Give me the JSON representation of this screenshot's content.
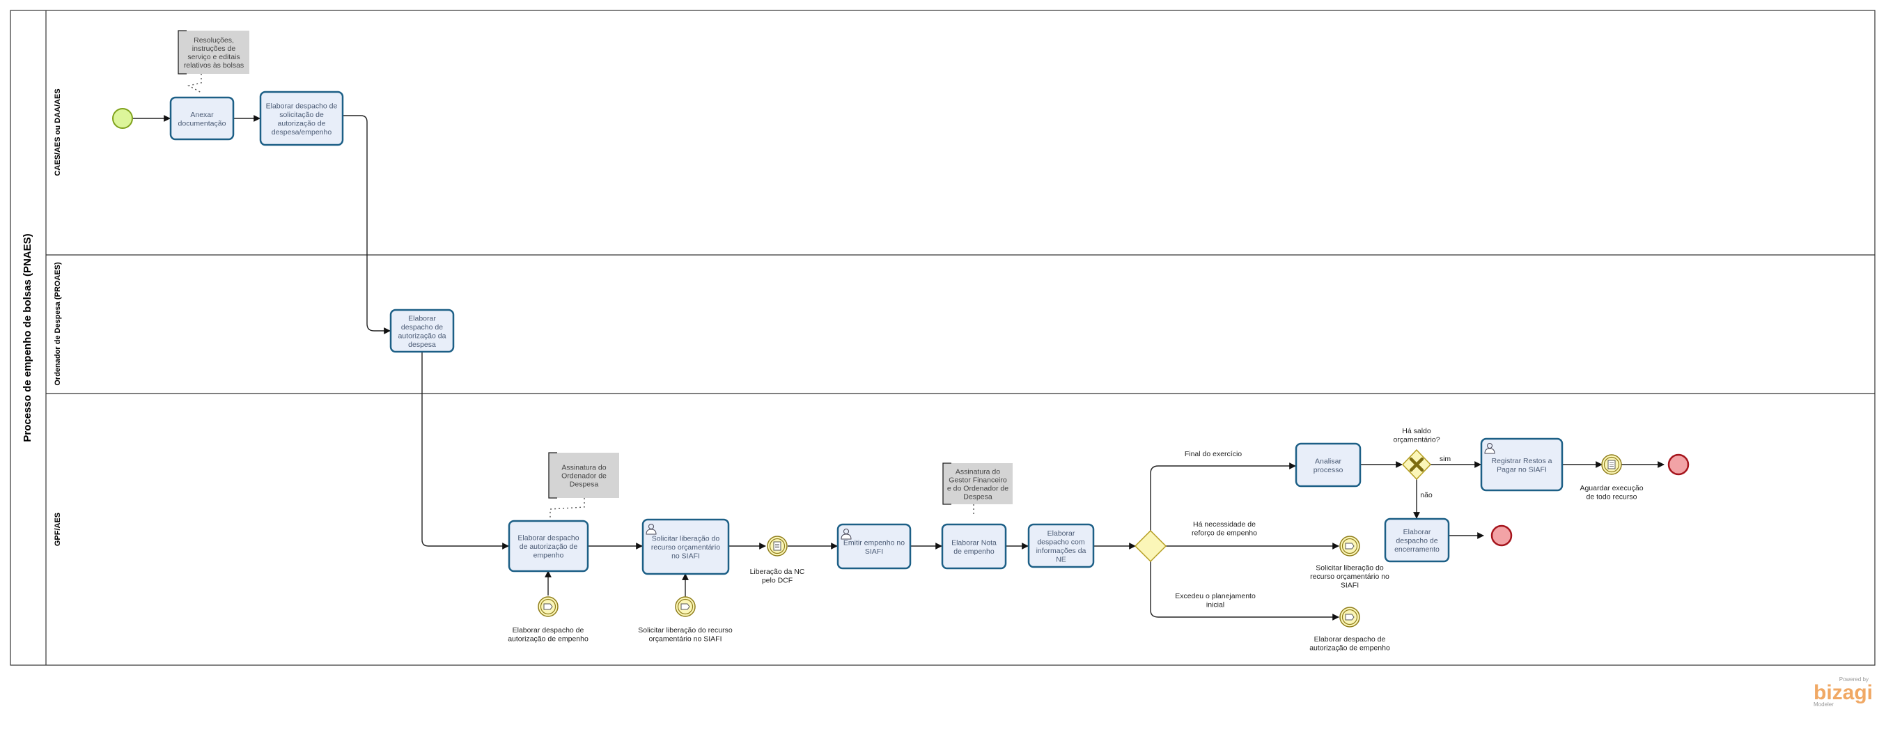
{
  "pool": {
    "title": "Processo de empenho de bolsas (PNAES)"
  },
  "lanes": [
    {
      "id": "lane1",
      "title": "CAES/AES ou DAA/AES"
    },
    {
      "id": "lane2",
      "title": "Ordenador de Despesa (PROAES)"
    },
    {
      "id": "lane3",
      "title": "GPF/AES"
    }
  ],
  "tasks": [
    {
      "id": "t_anexar",
      "lines": [
        "Anexar",
        "documentação"
      ]
    },
    {
      "id": "t_solic",
      "lines": [
        "Elaborar despacho de",
        "solicitação de",
        "autorização de",
        "despesa/empenho"
      ]
    },
    {
      "id": "t_autoriz",
      "lines": [
        "Elaborar",
        "despacho de",
        "autorização da",
        "despesa"
      ]
    },
    {
      "id": "t_desp_emp",
      "lines": [
        "Elaborar despacho",
        "de autorização de",
        "empenho"
      ]
    },
    {
      "id": "t_lib",
      "lines": [
        "Solicitar liberação do",
        "recurso orçamentário",
        "no SIAFI"
      ]
    },
    {
      "id": "t_emitir",
      "lines": [
        "Emitir empenho no",
        "SIAFI"
      ]
    },
    {
      "id": "t_nota",
      "lines": [
        "Elaborar Nota",
        "de empenho"
      ]
    },
    {
      "id": "t_ne",
      "lines": [
        "Elaborar",
        "despacho com",
        "informações da",
        "NE"
      ]
    },
    {
      "id": "t_analisar",
      "lines": [
        "Analisar",
        "processo"
      ]
    },
    {
      "id": "t_restos",
      "lines": [
        "Registrar Restos a",
        "Pagar no SIAFI"
      ]
    },
    {
      "id": "t_encerr",
      "lines": [
        "Elaborar",
        "despacho de",
        "encerramento"
      ]
    }
  ],
  "annotations": [
    {
      "id": "a1",
      "lines": [
        "Resoluções,",
        "instruções de",
        "serviço e editais",
        "relativos às bolsas"
      ]
    },
    {
      "id": "a2",
      "lines": [
        "Assinatura do",
        "Ordenador de",
        "Despesa"
      ]
    },
    {
      "id": "a3",
      "lines": [
        "Assinatura do",
        "Gestor Financeiro",
        "e do Ordenador de",
        "Despesa"
      ]
    }
  ],
  "event_labels": [
    {
      "id": "ev_desp_emp",
      "lines": [
        "Elaborar despacho de",
        "autorização de empenho"
      ]
    },
    {
      "id": "ev_lib",
      "lines": [
        "Solicitar liberação do recurso",
        "orçamentário no SIAFI"
      ]
    },
    {
      "id": "ev_nc",
      "lines": [
        "Liberação da NC",
        "pelo DCF"
      ]
    },
    {
      "id": "ev_reforco",
      "lines": [
        "Solicitar liberação do",
        "recurso orçamentário no",
        "SIAFI"
      ]
    },
    {
      "id": "ev_excedeu",
      "lines": [
        "Elaborar despacho de",
        "autorização de empenho"
      ]
    },
    {
      "id": "ev_aguardar",
      "lines": [
        "Aguardar execução",
        "de todo recurso"
      ]
    }
  ],
  "flow_labels": [
    {
      "id": "fl_final",
      "lines": [
        "Final do exercício"
      ]
    },
    {
      "id": "fl_reforco",
      "lines": [
        "Há necessidade de",
        "reforço de empenho"
      ]
    },
    {
      "id": "fl_excedeu",
      "lines": [
        "Excedeu o planejamento",
        "inicial"
      ]
    },
    {
      "id": "fl_saldo",
      "lines": [
        "Há saldo",
        "orçamentário?"
      ]
    },
    {
      "id": "fl_sim",
      "lines": [
        "sim"
      ]
    },
    {
      "id": "fl_nao",
      "lines": [
        "não"
      ]
    }
  ],
  "branding": {
    "powered": "Powered by",
    "name": "bizagi",
    "product": "Modeler"
  },
  "colors": {
    "task_fill": "#e8eef9",
    "task_stroke": "#1c5f86",
    "start_fill": "#dcf59a",
    "end_fill": "#f2a3a6",
    "gateway_fill": "#fbf6b8",
    "annotation_fill": "#d4d4d4",
    "brand": "#f0a864"
  }
}
